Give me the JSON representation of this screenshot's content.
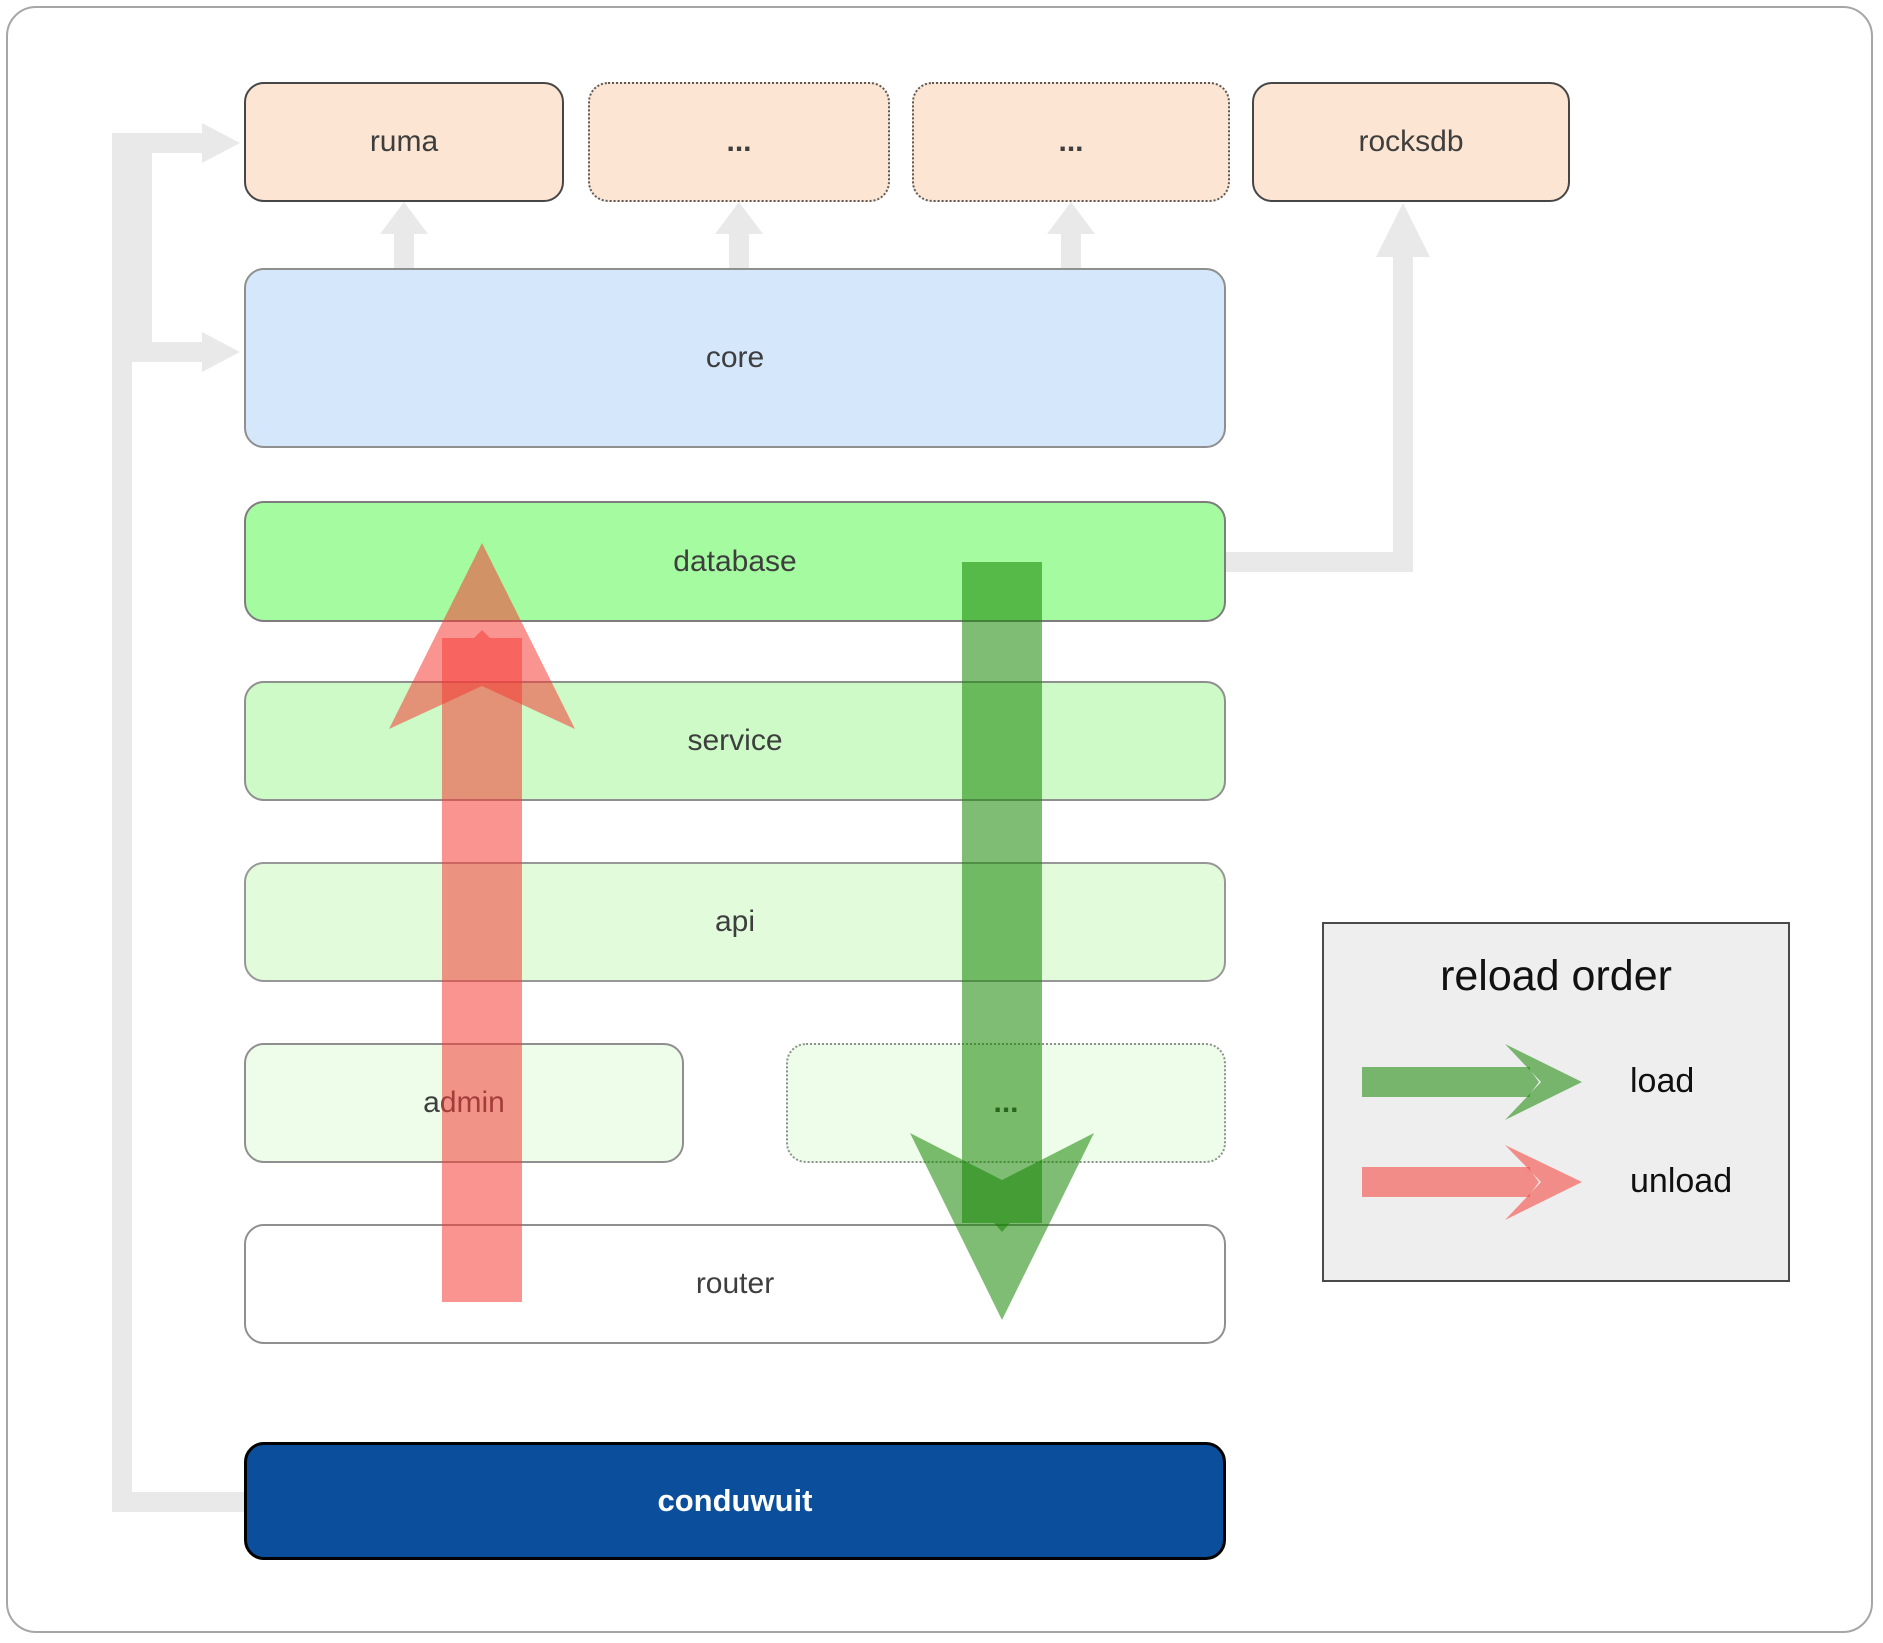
{
  "diagram": {
    "nodes": {
      "ruma": "ruma",
      "crate_more_1": "...",
      "crate_more_2": "...",
      "rocksdb": "rocksdb",
      "core": "core",
      "database": "database",
      "service": "service",
      "api": "api",
      "admin": "admin",
      "service_more": "...",
      "router": "router",
      "conduwuit": "conduwuit"
    },
    "legend": {
      "title": "reload order",
      "items": [
        {
          "label": "load"
        },
        {
          "label": "unload"
        }
      ]
    },
    "colors": {
      "crate_fill": "#fce5d3",
      "core_fill": "#d5e7fb",
      "database_fill": "#a4fba0",
      "service_fill": "#cdfac6",
      "api_fill": "#e1fbdb",
      "admin_fill": "#edfdea",
      "router_fill": "#ffffff",
      "conduwuit_fill": "#0b4f9c",
      "load_arrow": "#158702",
      "unload_arrow": "#f63c37",
      "connector": "#e9e9e9",
      "legend_bg": "#eeeeee"
    }
  }
}
